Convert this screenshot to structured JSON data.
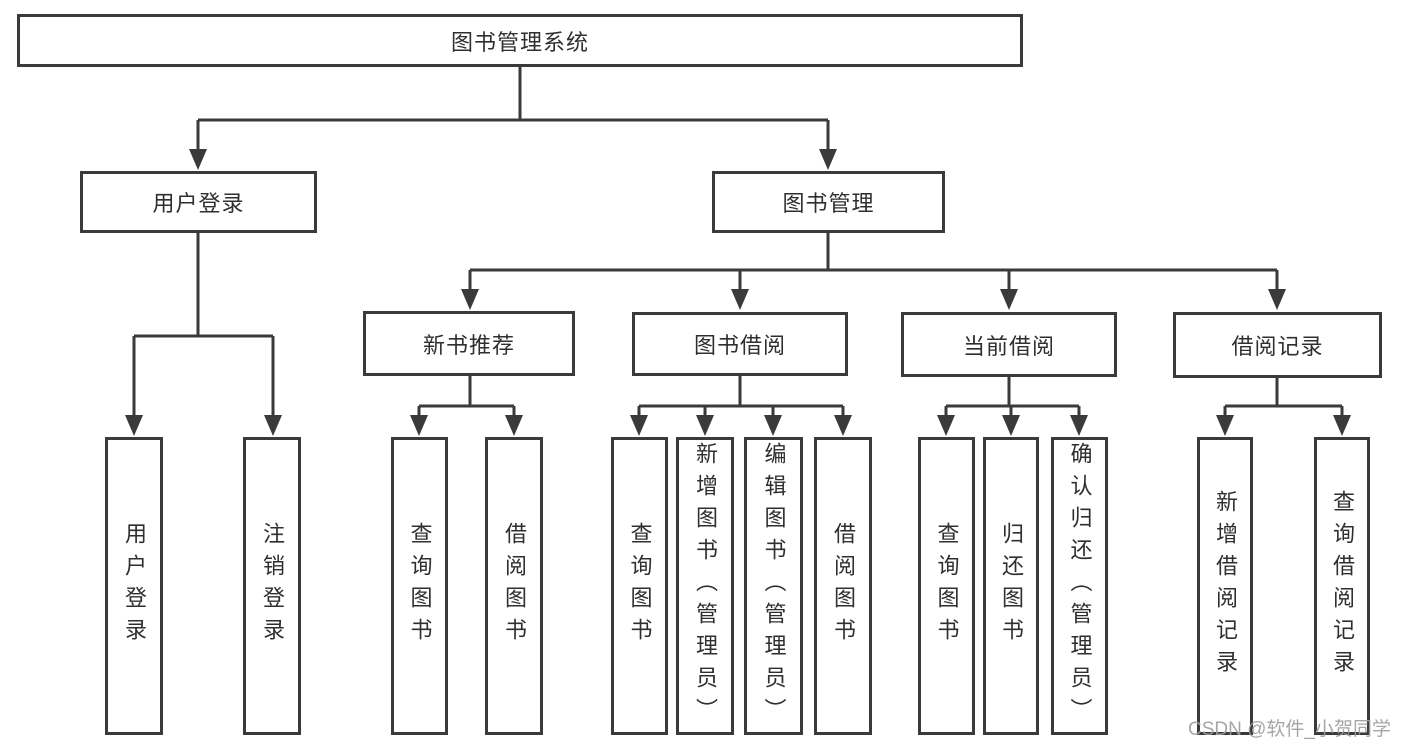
{
  "diagram_title": "图书管理系统",
  "tree": {
    "label": "图书管理系统",
    "children": [
      {
        "label": "用户登录",
        "children": [
          {
            "label": "用户登录"
          },
          {
            "label": "注销登录"
          }
        ]
      },
      {
        "label": "图书管理",
        "children": [
          {
            "label": "新书推荐",
            "children": [
              {
                "label": "查询图书"
              },
              {
                "label": "借阅图书"
              }
            ]
          },
          {
            "label": "图书借阅",
            "children": [
              {
                "label": "查询图书"
              },
              {
                "label": "新增图书（管理员）"
              },
              {
                "label": "编辑图书（管理员）"
              },
              {
                "label": "借阅图书"
              }
            ]
          },
          {
            "label": "当前借阅",
            "children": [
              {
                "label": "查询图书"
              },
              {
                "label": "归还图书"
              },
              {
                "label": "确认归还（管理员）"
              }
            ]
          },
          {
            "label": "借阅记录",
            "children": [
              {
                "label": "新增借阅记录"
              },
              {
                "label": "查询借阅记录"
              }
            ]
          }
        ]
      }
    ]
  },
  "watermark": {
    "text": "CSDN @软件_小贺同学"
  },
  "colors": {
    "background": "#ffffff",
    "box_border": "#3a3a3a",
    "connector_line": "#3a3a3a",
    "text": "#2f2f2f",
    "watermark_text": "#9e9e9e"
  }
}
